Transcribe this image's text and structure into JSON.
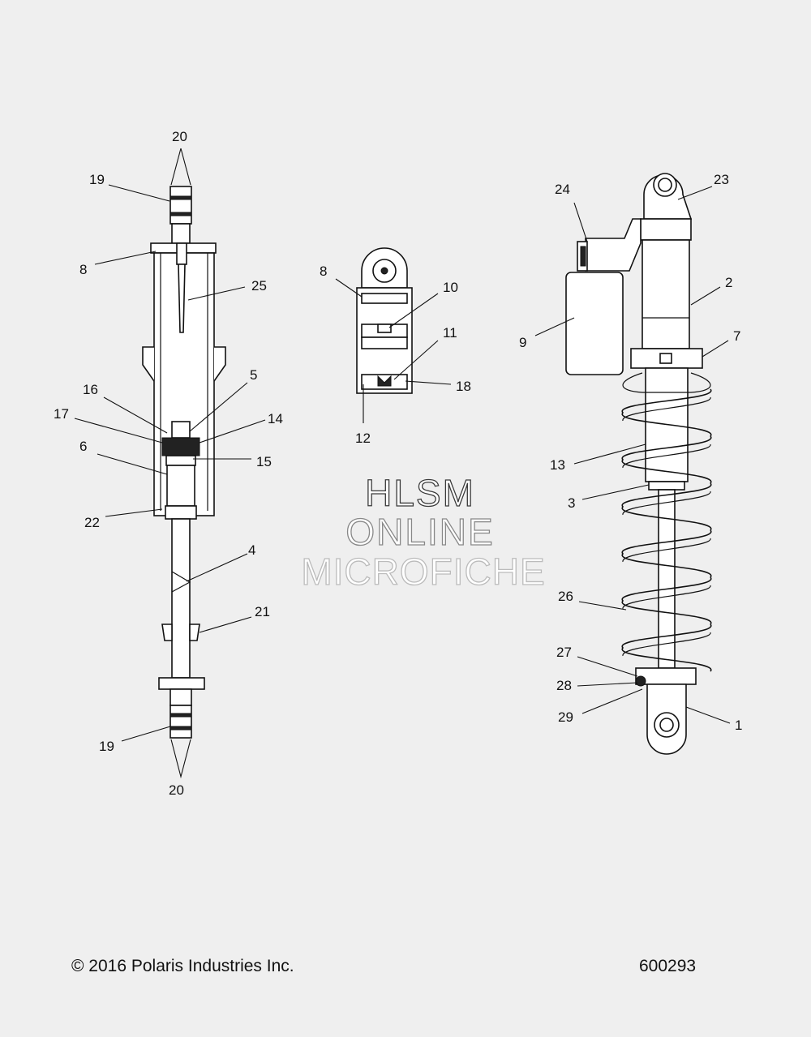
{
  "callouts": {
    "left": {
      "c20_top": "20",
      "c19_top": "19",
      "c8": "8",
      "c25": "25",
      "c16": "16",
      "c5": "5",
      "c17": "17",
      "c14": "14",
      "c6": "6",
      "c15": "15",
      "c22": "22",
      "c4": "4",
      "c21": "21",
      "c19_bottom": "19",
      "c20_bottom": "20"
    },
    "middle": {
      "c8": "8",
      "c10": "10",
      "c11": "11",
      "c18": "18",
      "c12": "12"
    },
    "right": {
      "c24": "24",
      "c23": "23",
      "c2": "2",
      "c9": "9",
      "c7": "7",
      "c13": "13",
      "c3": "3",
      "c26": "26",
      "c27": "27",
      "c28": "28",
      "c29": "29",
      "c1": "1"
    }
  },
  "watermark": {
    "line1": "HLSM",
    "line2": "ONLINE",
    "line3": "MICROFICHE"
  },
  "footer": {
    "copyright": "© 2016 Polaris Industries Inc.",
    "drawing_number": "600293"
  }
}
